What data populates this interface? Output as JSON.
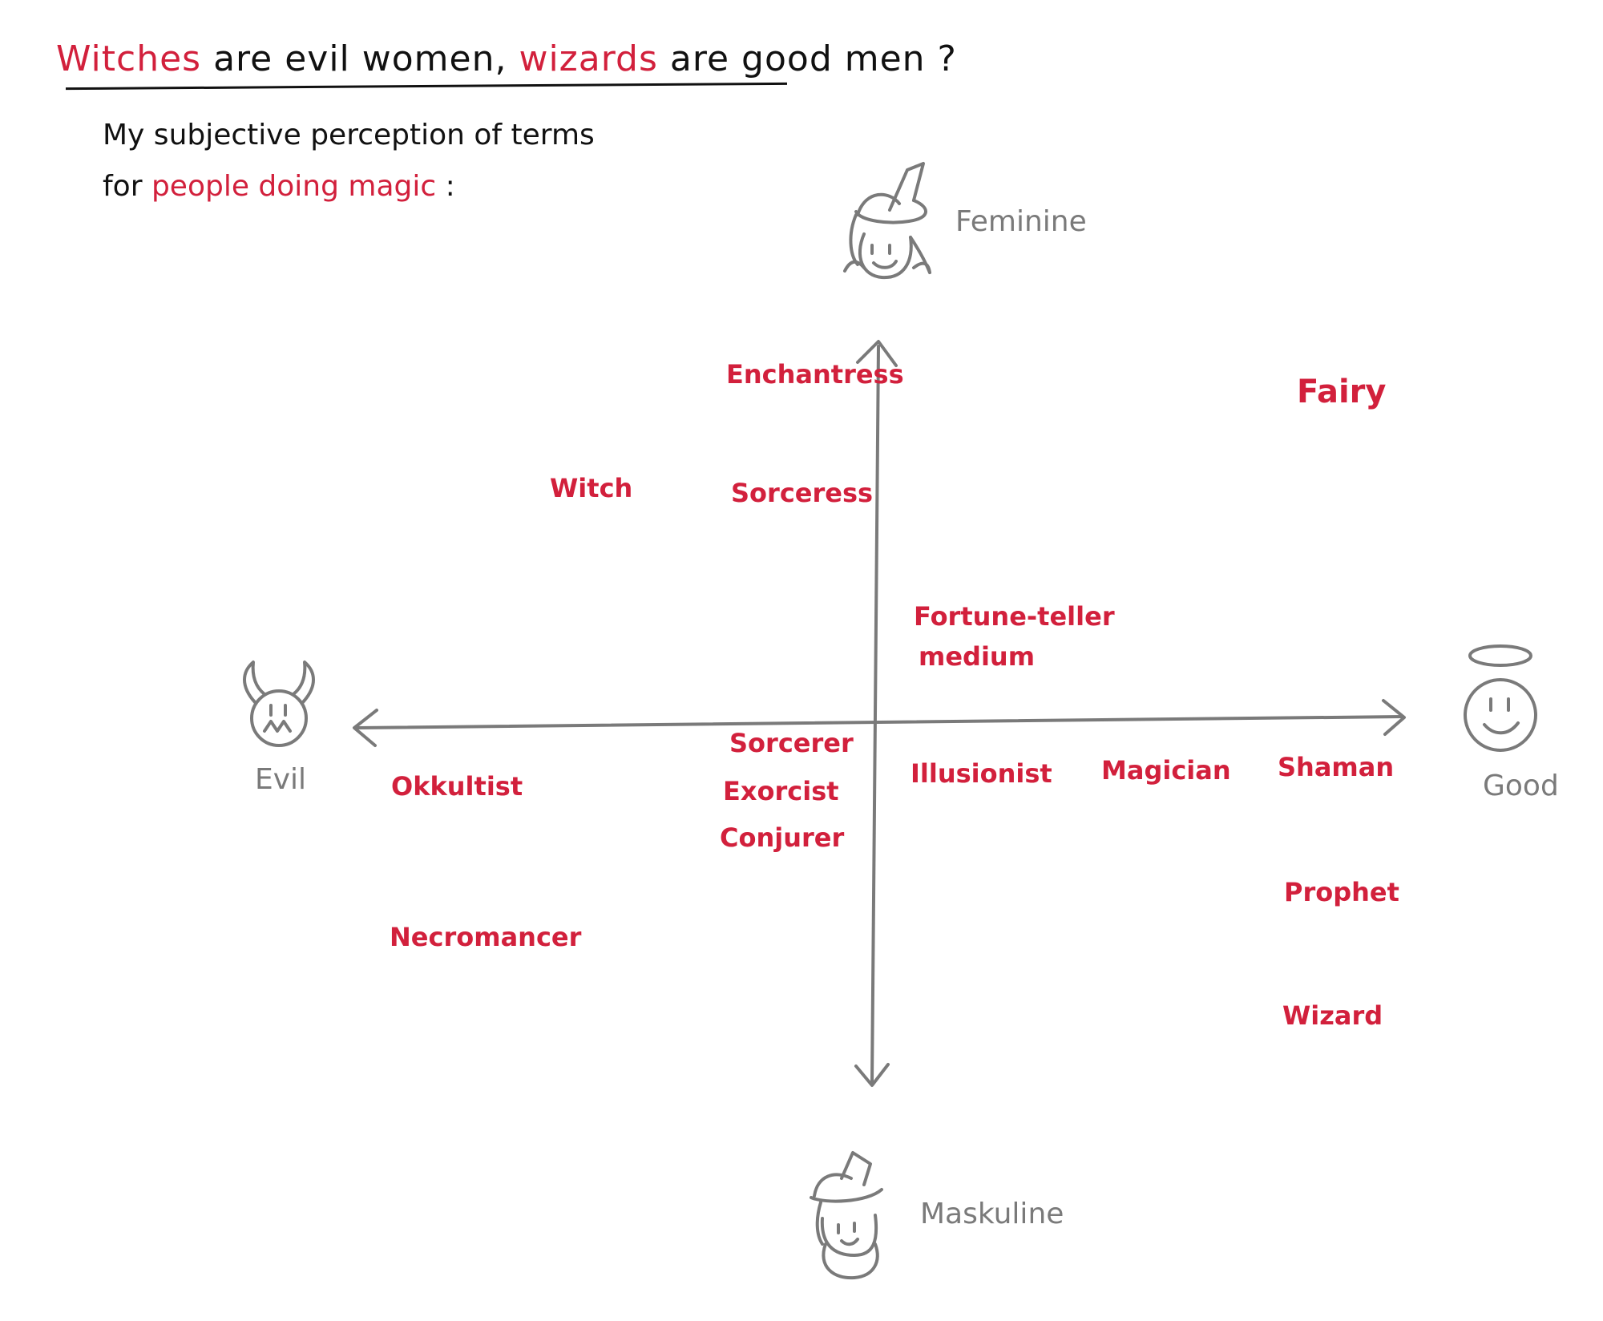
{
  "title": {
    "part1": "Witches",
    "part2": " are evil women, ",
    "part3": "wizards",
    "part4": " are good men ?"
  },
  "subtitle": {
    "line1": "My subjective perception of terms",
    "line2_prefix": "for ",
    "line2_red": "people doing magic",
    "line2_suffix": " :"
  },
  "axes": {
    "top": "Feminine",
    "bottom": "Maskuline",
    "left": "Evil",
    "right": "Good"
  },
  "terms": {
    "enchantress": "Enchantress",
    "fairy": "Fairy",
    "witch": "Witch",
    "sorceress": "Sorceress",
    "fortune_teller": "Fortune-teller",
    "medium": "medium",
    "sorcerer": "Sorcerer",
    "exorcist": "Exorcist",
    "conjurer": "Conjurer",
    "okkultist": "Okkultist",
    "illusionist": "Illusionist",
    "magician": "Magician",
    "shaman": "Shaman",
    "prophet": "Prophet",
    "wizard": "Wizard",
    "necromancer": "Necromancer"
  },
  "colors": {
    "accent": "#d2203c",
    "ink": "#111111",
    "axis": "#7a7a7a"
  },
  "icons": [
    "witch-face-icon",
    "wizard-face-icon",
    "devil-face-icon",
    "angel-face-icon"
  ]
}
